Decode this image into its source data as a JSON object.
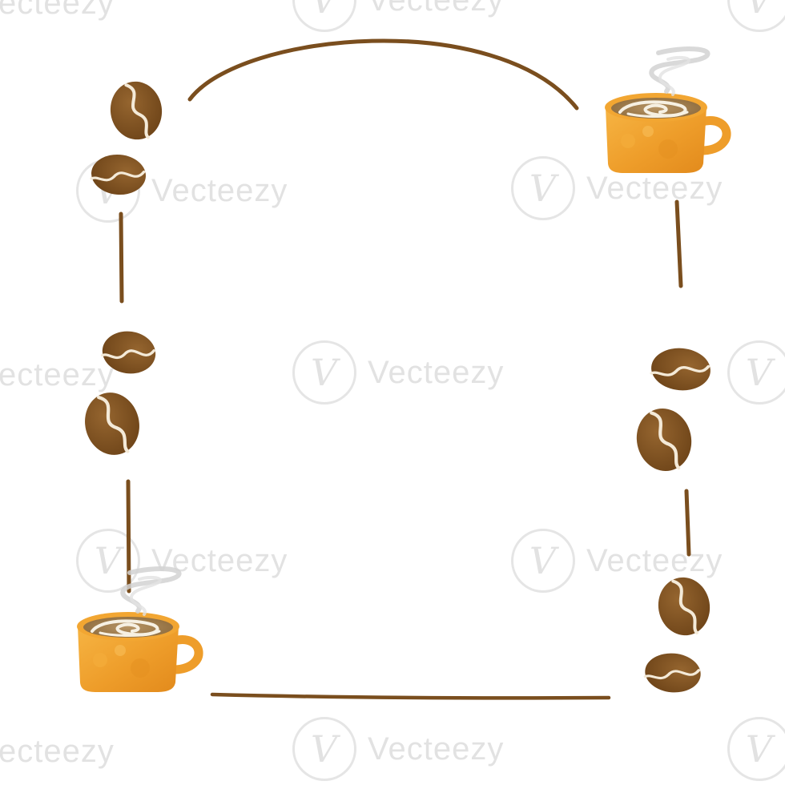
{
  "watermark": {
    "text": "Vecteezy",
    "text_cut_left": "ecteezy",
    "logo_glyph": "V"
  },
  "colors": {
    "background": "#ffffff",
    "line": "#7a4e1e",
    "bean": "#7b4f20",
    "bean_highlight": "#9b6a33",
    "bean_crease": "#f4ead8",
    "cup": "#f0a12e",
    "cup_dark": "#d9861a",
    "coffee": "#a2814f",
    "latte_swirl": "#f6f0e2",
    "steam": "#cfcfcf"
  },
  "icons": [
    "coffee-cup-icon",
    "coffee-bean-icon",
    "steam-icon"
  ]
}
